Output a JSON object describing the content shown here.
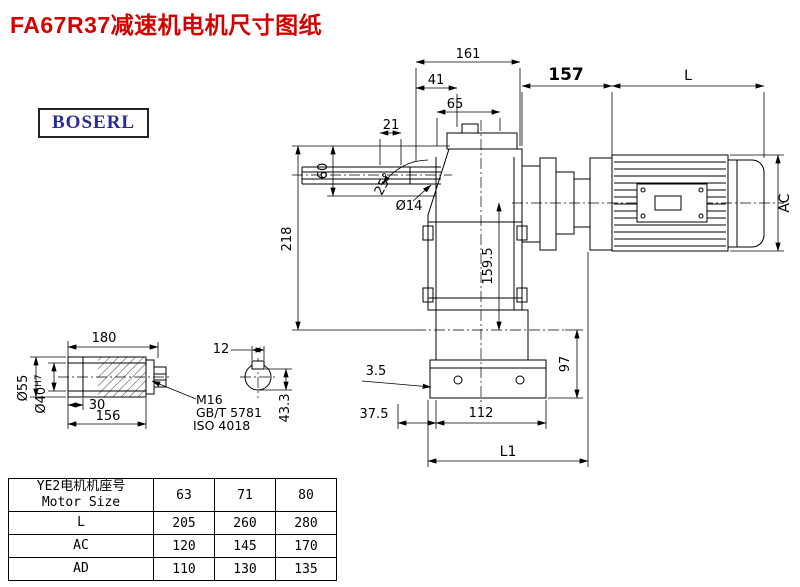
{
  "page": {
    "title": "FA67R37减速机电机尺寸图纸",
    "logo": "BOSERL"
  },
  "main_view": {
    "dims": {
      "d161": "161",
      "d41": "41",
      "d65": "65",
      "d21": "21",
      "d60": "60",
      "d218": "218",
      "dia14": "Ø14",
      "angle25": "25°",
      "d157": "157",
      "dL": "L",
      "dAC": "AC",
      "d159_5": "159.5",
      "d97": "97",
      "d3_5": "3.5",
      "d37_5": "37.5",
      "d112": "112",
      "dL1": "L1"
    }
  },
  "shaft_detail": {
    "d180": "180",
    "d12": "12",
    "dia55": "Ø55",
    "dia40": "Ø40",
    "dia40_tol": "H7",
    "d30": "30",
    "d156": "156",
    "m16": "M16",
    "gbt": "GB/T 5781",
    "iso": "ISO 4018",
    "d43_3": "43.3"
  },
  "table": {
    "header_cn": "YE2电机机座号",
    "header_en": "Motor Size",
    "sizes": [
      "63",
      "71",
      "80"
    ],
    "rows": [
      {
        "label": "L",
        "values": [
          "205",
          "260",
          "280"
        ]
      },
      {
        "label": "AC",
        "values": [
          "120",
          "145",
          "170"
        ]
      },
      {
        "label": "AD",
        "values": [
          "110",
          "130",
          "135"
        ]
      }
    ]
  }
}
